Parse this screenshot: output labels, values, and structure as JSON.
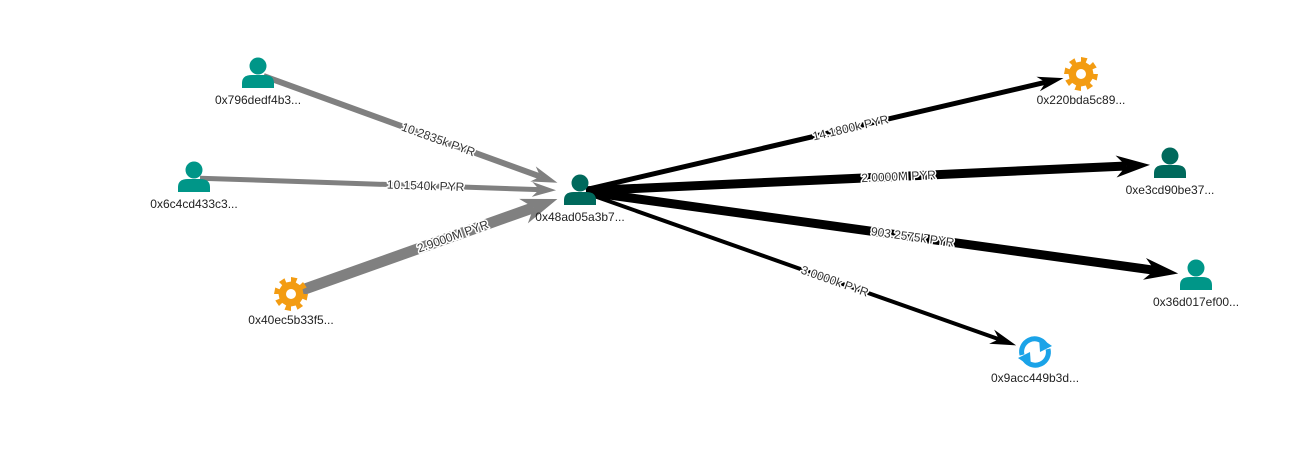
{
  "colors": {
    "incoming_edge": "#808080",
    "outgoing_edge": "#000000",
    "user": "#009688",
    "user_center": "#00695c",
    "contract": "#f39c12",
    "swap": "#1aa3e8"
  },
  "nodes": [
    {
      "id": "center",
      "label": "0x48ad05a3b7...",
      "icon": "user-icon",
      "kind": "user_center"
    },
    {
      "id": "n1",
      "label": "0x796dedf4b3...",
      "icon": "user-icon",
      "kind": "user"
    },
    {
      "id": "n2",
      "label": "0x6c4cd433c3...",
      "icon": "user-icon",
      "kind": "user"
    },
    {
      "id": "n3",
      "label": "0x40ec5b33f5...",
      "icon": "gear-icon",
      "kind": "contract"
    },
    {
      "id": "n4",
      "label": "0x220bda5c89...",
      "icon": "gear-icon",
      "kind": "contract"
    },
    {
      "id": "n5",
      "label": "0xe3cd90be37...",
      "icon": "user-icon",
      "kind": "user_center"
    },
    {
      "id": "n6",
      "label": "0x36d017ef00...",
      "icon": "user-icon",
      "kind": "user"
    },
    {
      "id": "n7",
      "label": "0x9acc449b3d...",
      "icon": "swap-icon",
      "kind": "swap"
    }
  ],
  "edges": [
    {
      "from": "n1",
      "to": "center",
      "label": "10.2835k PYR",
      "direction": "incoming"
    },
    {
      "from": "n2",
      "to": "center",
      "label": "10.1540k PYR",
      "direction": "incoming"
    },
    {
      "from": "n3",
      "to": "center",
      "label": "2.9000M PYR",
      "direction": "incoming"
    },
    {
      "from": "center",
      "to": "n4",
      "label": "14.1800k PYR",
      "direction": "outgoing"
    },
    {
      "from": "center",
      "to": "n5",
      "label": "2.0000M PYR",
      "direction": "outgoing"
    },
    {
      "from": "center",
      "to": "n6",
      "label": "903.2575k PYR",
      "direction": "outgoing"
    },
    {
      "from": "center",
      "to": "n7",
      "label": "3.0000k PYR",
      "direction": "outgoing"
    }
  ]
}
